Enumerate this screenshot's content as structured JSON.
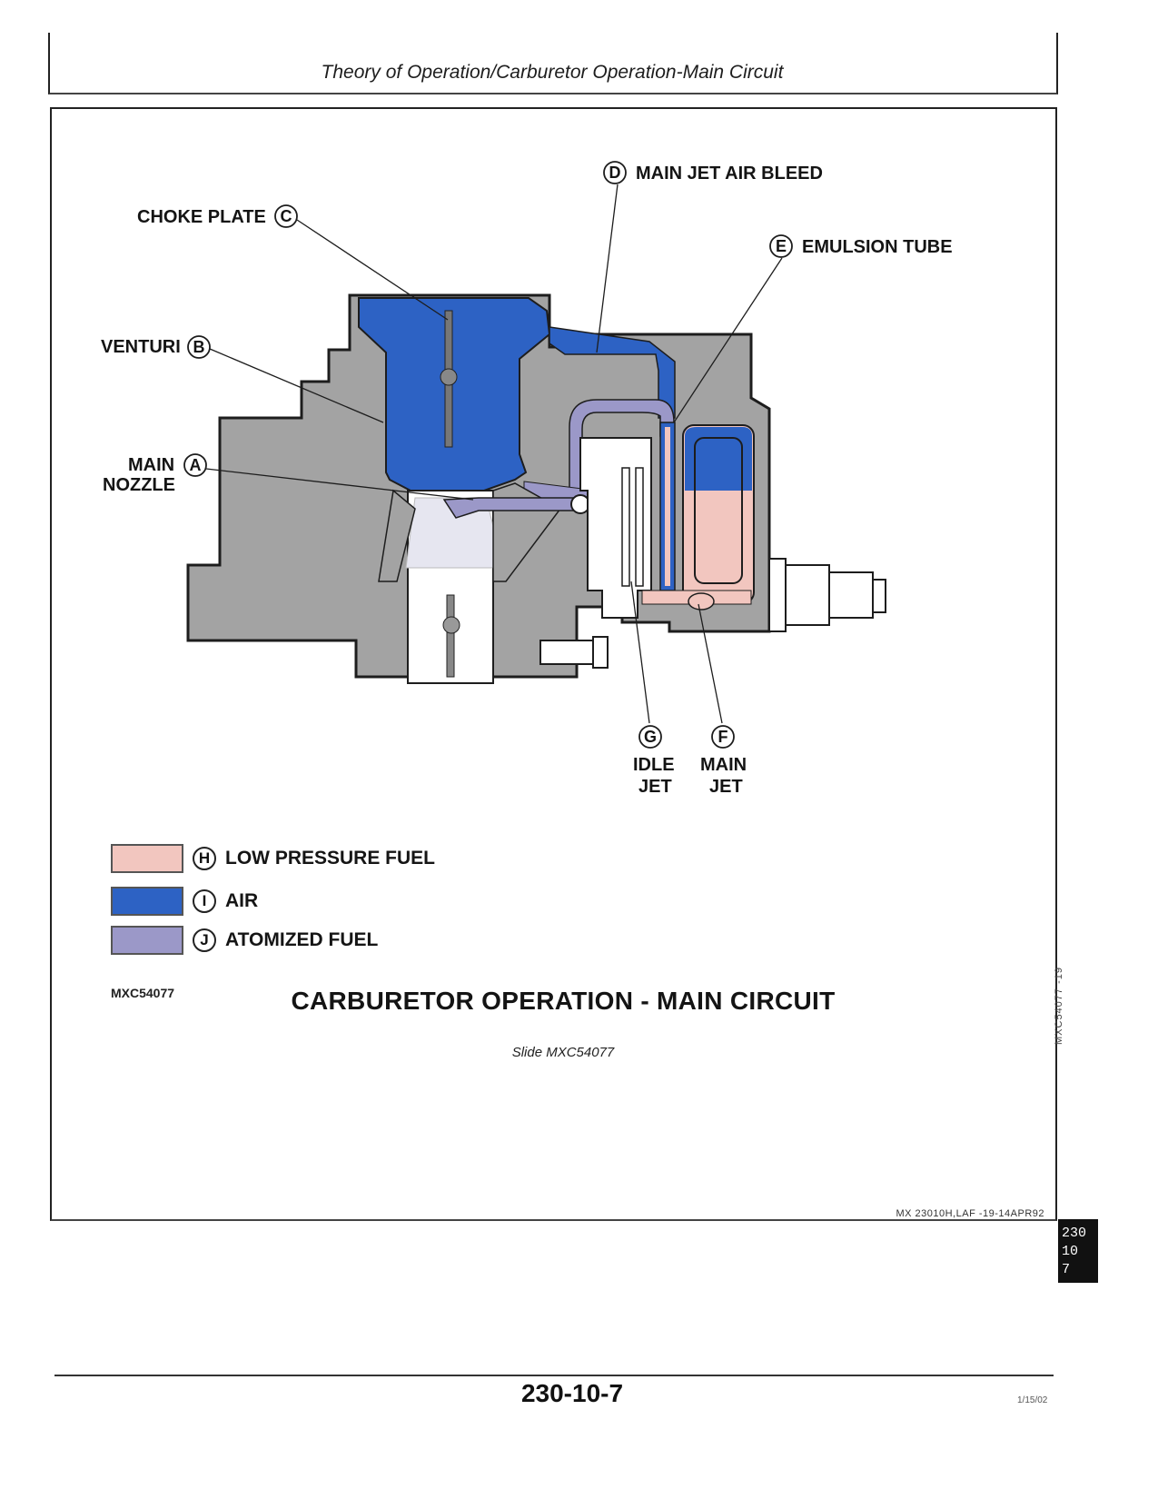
{
  "header": {
    "title": "Theory of Operation/Carburetor Operation-Main Circuit"
  },
  "callouts": {
    "choke_plate": {
      "label": "CHOKE PLATE",
      "letter": "C"
    },
    "venturi": {
      "label": "VENTURI",
      "letter": "B"
    },
    "main_nozzle": {
      "label_line1": "MAIN",
      "label_line2": "NOZZLE",
      "letter": "A"
    },
    "main_jet_air_bleed": {
      "label": "MAIN JET AIR BLEED",
      "letter": "D"
    },
    "emulsion_tube": {
      "label": "EMULSION TUBE",
      "letter": "E"
    },
    "idle_jet": {
      "label_line1": "IDLE",
      "label_line2": "JET",
      "letter": "G"
    },
    "main_jet": {
      "label_line1": "MAIN",
      "label_line2": "JET",
      "letter": "F"
    }
  },
  "legend": [
    {
      "letter": "H",
      "label": "LOW PRESSURE FUEL",
      "color": "#f2c6bf"
    },
    {
      "letter": "I",
      "label": "AIR",
      "color": "#2d62c4"
    },
    {
      "letter": "J",
      "label": "ATOMIZED FUEL",
      "color": "#9b98c8"
    }
  ],
  "colors": {
    "body_gray": "#a3a3a3",
    "air_blue": "#2d62c4",
    "low_pressure_fuel": "#f2c6bf",
    "atomized_fuel": "#9b98c8"
  },
  "figure_code": "MXC54077",
  "caption": "CARBURETOR OPERATION - MAIN CIRCUIT",
  "slide_caption": "Slide MXC54077",
  "side_reference": "MXC54077 -19",
  "doc_reference": "MX 23010H,LAF -19-14APR92",
  "tab": [
    "230",
    "10",
    "7"
  ],
  "page_number": "230-10-7",
  "print_code": "1/15/02"
}
